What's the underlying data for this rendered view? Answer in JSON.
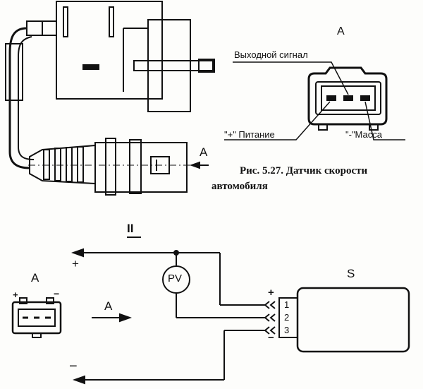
{
  "figure": {
    "caption_line1": "Рис. 5.27. Датчик скорости",
    "caption_line2": "автомобиля"
  },
  "connector_view": {
    "label": "A",
    "signal_label": "Выходной сигнал",
    "power_label": "\"+\" Питание",
    "ground_label": "\"-\"Масса"
  },
  "sensor_drawing": {
    "view_arrow_label": "A"
  },
  "circuit": {
    "section_label": "II",
    "connector_label": "A",
    "view_arrow_label": "A",
    "sensor_label": "S",
    "meter_label": "PV",
    "plus_mark": "+",
    "minus_mark": "−",
    "connector_plus": "+",
    "connector_minus": "−",
    "pin_1": "1",
    "pin_2": "2",
    "pin_3": "3"
  },
  "colors": {
    "ink": "#111111",
    "paper": "#fdfdfb"
  }
}
